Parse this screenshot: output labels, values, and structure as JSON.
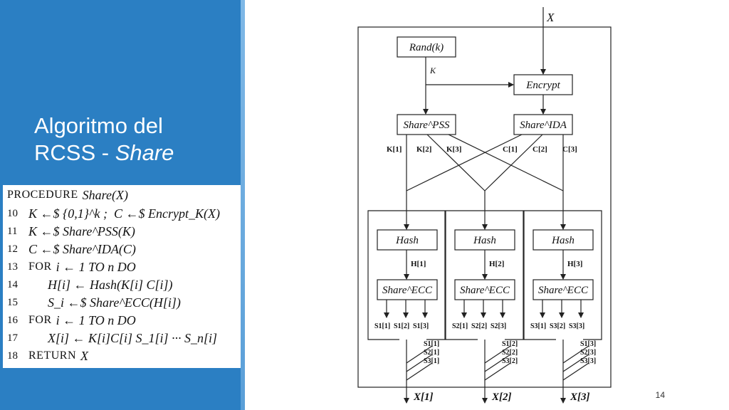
{
  "slide": {
    "title_line1": "Algoritmo del",
    "title_line2_prefix": "RCSS - ",
    "title_line2_italic": "Share",
    "page_number": "14"
  },
  "algorithm": {
    "header": {
      "keyword": "PROCEDURE",
      "text": "Share(X)"
    },
    "lines": [
      {
        "num": "10",
        "keyword": "",
        "text": "K ←$ {0,1}^k ;  C ←$ Encrypt_K(X)"
      },
      {
        "num": "11",
        "keyword": "",
        "text": "K ←$ Share^PSS(K)"
      },
      {
        "num": "12",
        "keyword": "",
        "text": "C ←$ Share^IDA(C)"
      },
      {
        "num": "13",
        "keyword": "FOR",
        "text": "i ← 1 TO n DO"
      },
      {
        "num": "14",
        "keyword": "",
        "text": "      H[i] ← Hash(K[i] C[i])"
      },
      {
        "num": "15",
        "keyword": "",
        "text": "      S_i ←$ Share^ECC(H[i])"
      },
      {
        "num": "16",
        "keyword": "FOR",
        "text": "i ← 1 TO n DO"
      },
      {
        "num": "17",
        "keyword": "",
        "text": "      X[i] ← K[i]C[i] S_1[i] ··· S_n[i]"
      },
      {
        "num": "18",
        "keyword": "RETURN",
        "text": "X"
      }
    ]
  },
  "diagram": {
    "input_label": "X",
    "rand_box": "Rand(k)",
    "key_label": "K",
    "encrypt_box": "Encrypt",
    "share_pss_box": "Share^PSS",
    "share_ida_box": "Share^IDA",
    "k_labels": [
      "K[1]",
      "K[2]",
      "K[3]"
    ],
    "c_labels": [
      "C[1]",
      "C[2]",
      "C[3]"
    ],
    "hash_box": "Hash",
    "h_labels": [
      "H[1]",
      "H[2]",
      "H[3]"
    ],
    "share_ecc_box": "Share^ECC",
    "s_labels": [
      [
        "S1[1]",
        "S1[2]",
        "S1[3]"
      ],
      [
        "S2[1]",
        "S2[2]",
        "S2[3]"
      ],
      [
        "S3[1]",
        "S3[2]",
        "S3[3]"
      ]
    ],
    "s_collect_labels": [
      [
        "S1[1]",
        "S2[1]",
        "S3[1]"
      ],
      [
        "S1[2]",
        "S2[2]",
        "S3[2]"
      ],
      [
        "S1[3]",
        "S2[3]",
        "S3[3]"
      ]
    ],
    "outputs": [
      "X[1]",
      "X[2]",
      "X[3]"
    ]
  }
}
